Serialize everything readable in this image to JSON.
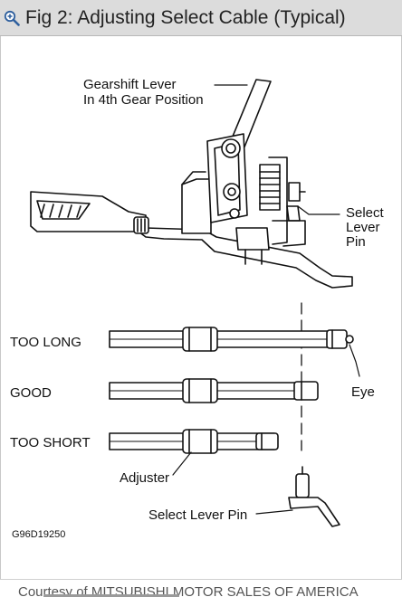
{
  "header": {
    "title": "Fig 2: Adjusting Select Cable (Typical)",
    "zoom_icon": "magnifier-plus-icon"
  },
  "figure": {
    "callouts": {
      "gearshift_line1": "Gearshift Lever",
      "gearshift_line2": "In 4th Gear Position",
      "select_line1": "Select",
      "select_line2": "Lever",
      "select_line3": "Pin",
      "eye": "Eye",
      "adjuster": "Adjuster",
      "select_lever_pin": "Select Lever Pin"
    },
    "conditions": [
      "TOO LONG",
      "GOOD",
      "TOO SHORT"
    ],
    "figure_code": "G96D19250"
  },
  "footer": {
    "credit": "Courtesy of MITSUBISHI MOTOR SALES OF AMERICA"
  }
}
